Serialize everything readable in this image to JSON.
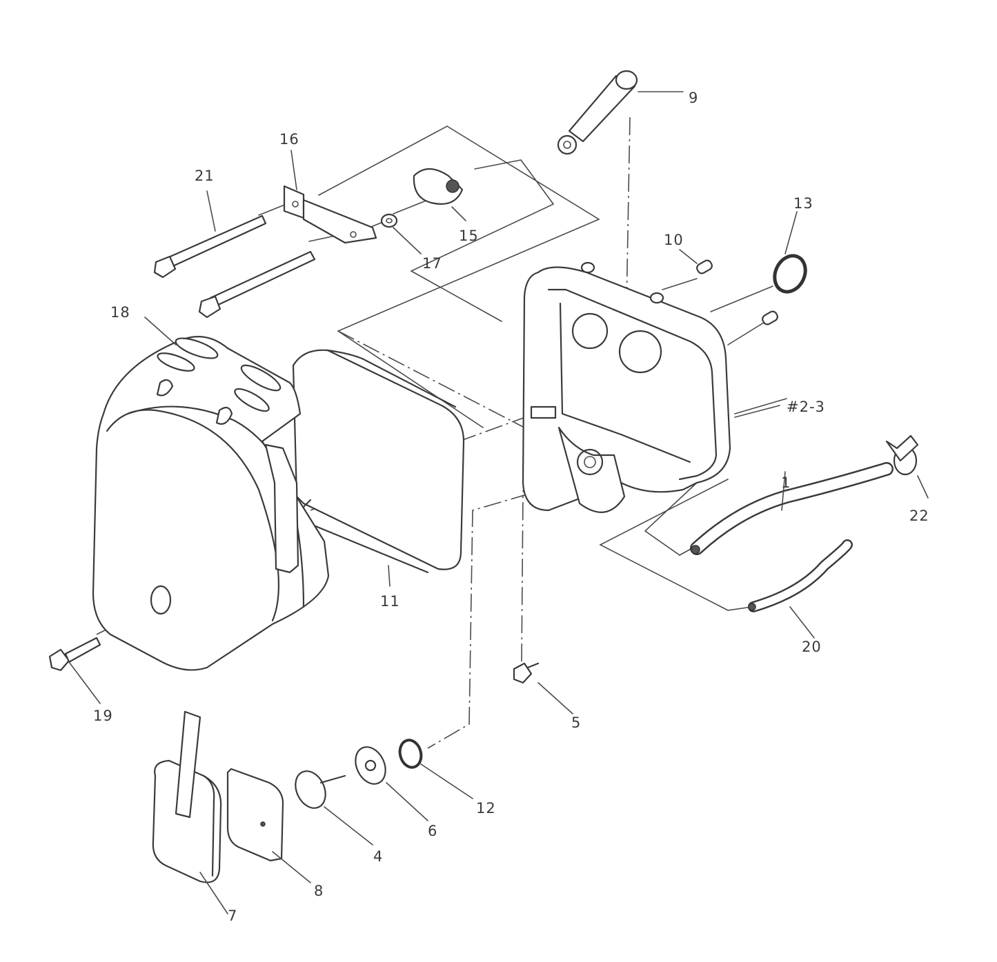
{
  "diagram": {
    "type": "exploded-parts-diagram",
    "subject": "air cleaner assembly",
    "line_color": "#3a3a3a",
    "background": "#ffffff",
    "callouts": [
      {
        "id": "9",
        "text": "9",
        "part": "tool / wrench lever"
      },
      {
        "id": "16",
        "text": "16",
        "part": "bracket"
      },
      {
        "id": "21",
        "text": "21",
        "part": "long bolts"
      },
      {
        "id": "13",
        "text": "13",
        "part": "o-ring"
      },
      {
        "id": "10",
        "text": "10",
        "part": "collar / pins"
      },
      {
        "id": "15",
        "text": "15",
        "part": "choke lever"
      },
      {
        "id": "17",
        "text": "17",
        "part": "washer"
      },
      {
        "id": "18",
        "text": "18",
        "part": "air cleaner cover"
      },
      {
        "id": "2-3",
        "text": "#2-3",
        "part": "air cleaner case"
      },
      {
        "id": "22",
        "text": "22",
        "part": "hose clip"
      },
      {
        "id": "1",
        "text": "1",
        "part": "hose"
      },
      {
        "id": "11",
        "text": "11",
        "part": "element"
      },
      {
        "id": "20",
        "text": "20",
        "part": "hose"
      },
      {
        "id": "19",
        "text": "19",
        "part": "screw"
      },
      {
        "id": "5",
        "text": "5",
        "part": "screw"
      },
      {
        "id": "12",
        "text": "12",
        "part": "o-ring"
      },
      {
        "id": "6",
        "text": "6",
        "part": "plate"
      },
      {
        "id": "4",
        "text": "4",
        "part": "valve"
      },
      {
        "id": "7",
        "text": "7",
        "part": "primer bulb / cover"
      },
      {
        "id": "8",
        "text": "8",
        "part": "gasket"
      }
    ]
  }
}
